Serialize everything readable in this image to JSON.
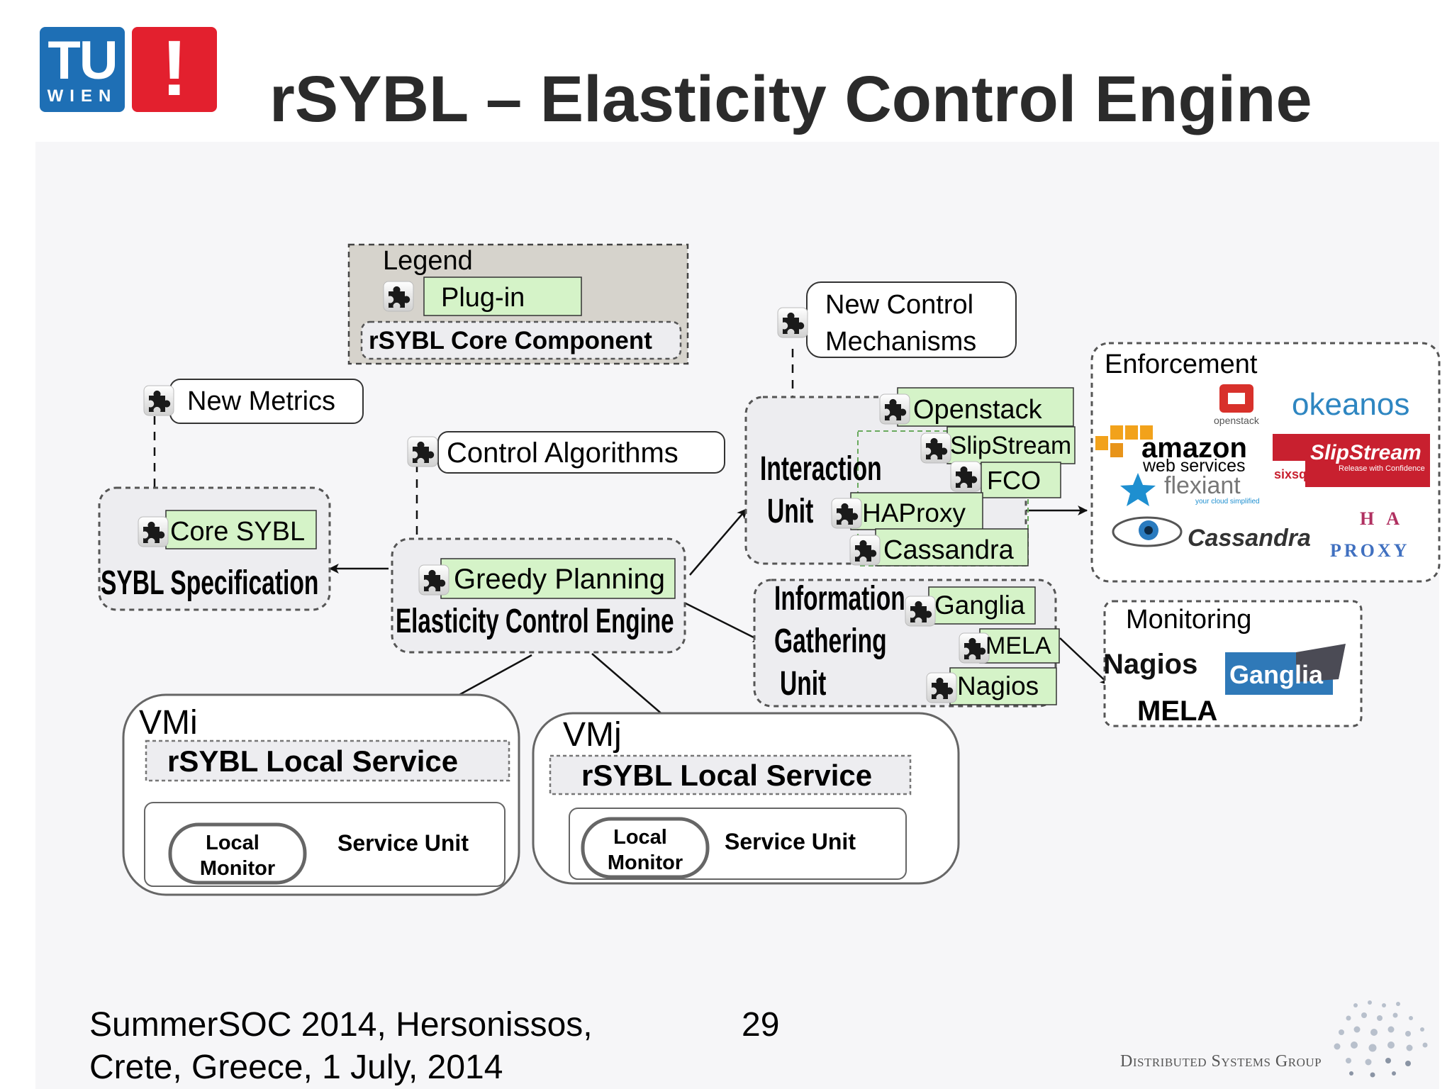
{
  "slide": {
    "title": "rSYBL – Elasticity Control Engine",
    "logo": {
      "tu": "TU",
      "wien": "WIEN",
      "mark": "!"
    },
    "footer": {
      "line1": "SummerSOC 2014, Hersonissos,",
      "line2": "Crete, Greece,  1 July, 2014",
      "page": "29",
      "group": "Distributed Systems Group"
    }
  },
  "diagram": {
    "legend": {
      "title": "Legend",
      "plugin": "Plug-in",
      "core": "rSYBL Core Component"
    },
    "new_metrics": "New Metrics",
    "new_control_1": "New Control",
    "new_control_2": "Mechanisms",
    "control_algorithms": "Control Algorithms",
    "core_sybl": "Core SYBL",
    "sybl_spec": "SYBL Specification",
    "greedy": "Greedy Planning",
    "ece": "Elasticity Control Engine",
    "interaction_1": "Interaction",
    "interaction_2": "Unit",
    "int_plugins": [
      "Openstack",
      "SlipStream",
      "FCO",
      "HAProxy",
      "Cassandra"
    ],
    "info_1": "Information",
    "info_2": "Gathering",
    "info_3": "Unit",
    "info_plugins": [
      "Ganglia",
      "MELA",
      "Nagios"
    ],
    "enforcement": {
      "title": "Enforcement",
      "openstack_caption": "openstack",
      "okeanos": "okeanos",
      "amazon": "amazon",
      "webservices": "web services",
      "slipstream": "SlipStream",
      "slipstream_tag": "Release with Confidence",
      "sixsq": "sixsq",
      "flexiant": "flexiant",
      "flexiant_tag": "your cloud simplified",
      "cassandra": "Cassandra",
      "ha": "H A",
      "proxy": "PROXY"
    },
    "monitoring": {
      "title": "Monitoring",
      "nagios": "Nagios",
      "ganglia": "Ganglia",
      "mela": "MELA"
    },
    "vmi": {
      "label": "VMi",
      "service": "rSYBL Local Service",
      "local_1": "Local",
      "local_2": "Monitor",
      "unit": "Service Unit"
    },
    "vmj": {
      "label": "VMj",
      "service": "rSYBL Local Service",
      "local_1": "Local",
      "local_2": "Monitor",
      "unit": "Service Unit"
    }
  },
  "colors": {
    "plugin_green": "#d5f3c8",
    "plugin_border": "#5f9e56",
    "core_fill": "#ededf0",
    "legend_fill": "#d6d3cc",
    "tu_blue": "#1e6fb5",
    "tu_red": "#e3202e"
  }
}
